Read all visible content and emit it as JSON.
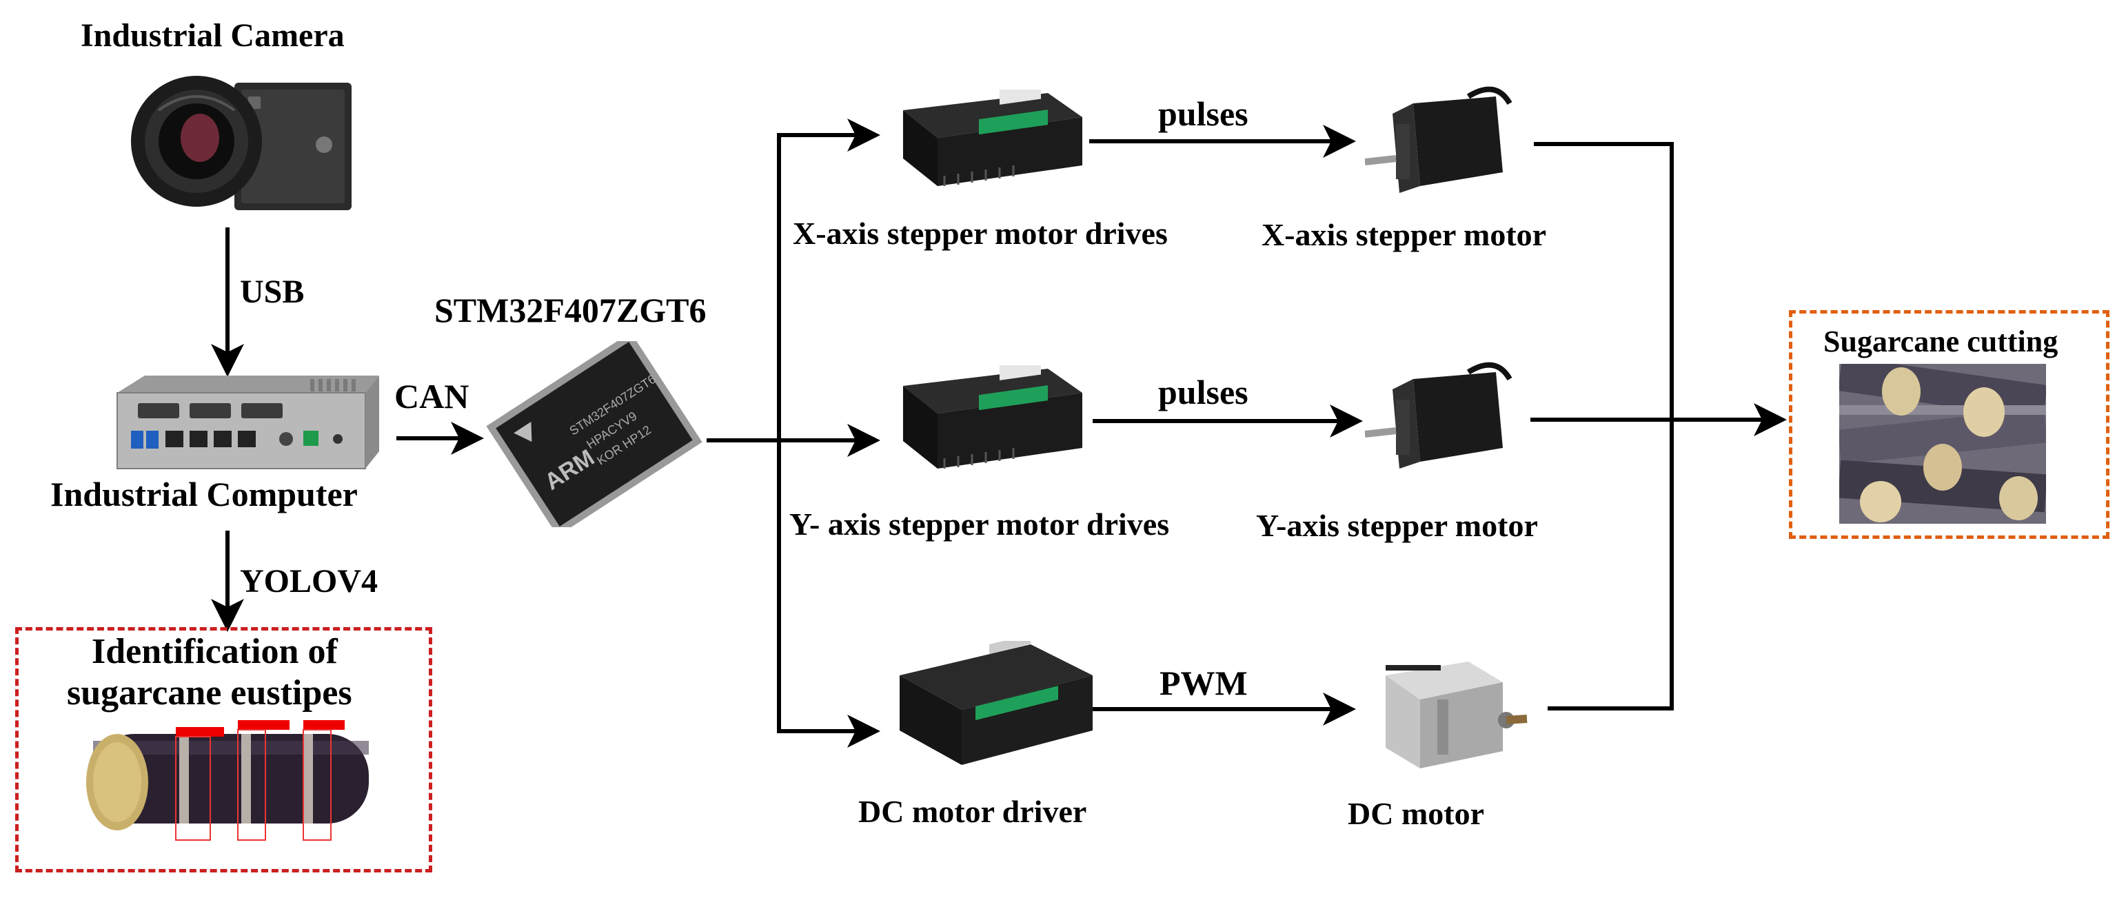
{
  "labels": {
    "camera": "Industrial Camera",
    "usb": "USB",
    "computer": "Industrial Computer",
    "can": "CAN",
    "mcu": "STM32F407ZGT6",
    "yolo": "YOLOV4",
    "ident_line1": "Identification of",
    "ident_line2": "sugarcane eustipes",
    "x_drive": "X-axis stepper motor drives",
    "y_drive": "Y- axis stepper motor drives",
    "dc_drive": "DC motor driver",
    "pulses_x": "pulses",
    "pulses_y": "pulses",
    "pwm": "PWM",
    "x_motor": "X-axis stepper motor",
    "y_motor": "Y-axis stepper motor",
    "dc_motor": "DC motor",
    "cutting": "Sugarcane cutting"
  },
  "chip_text": {
    "brand": "ARM",
    "line1": "STM32F407ZGT6",
    "line2": "HPACYV9",
    "line3": "KOR HP12"
  },
  "colors": {
    "ident_box": "#cc1f1f",
    "cutting_box": "#e06010",
    "arrow": "#000000"
  }
}
